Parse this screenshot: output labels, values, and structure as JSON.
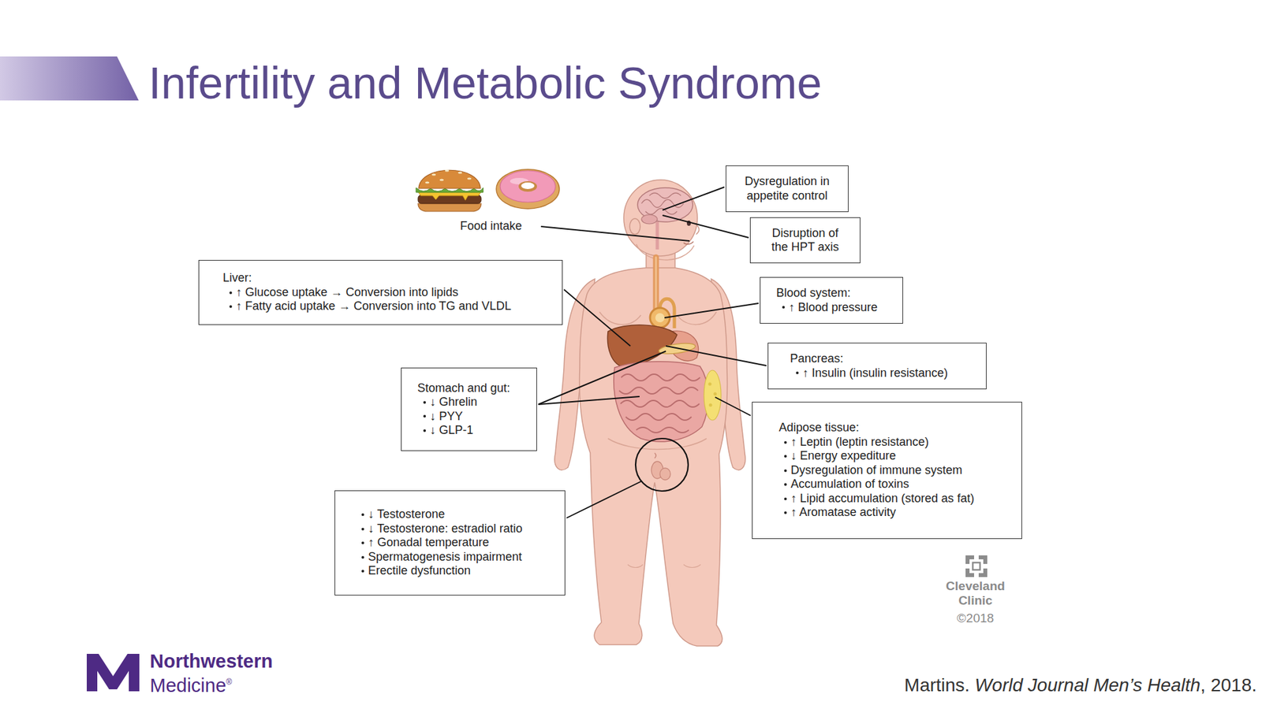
{
  "diagram": {
    "title": "Infertility and Metabolic Syndrome",
    "nodes": [
      {
        "text": [
          "Dysregulation in appetite control"
        ]
      },
      {
        "text": [
          "Disruption of the HPT axis"
        ]
      },
      {
        "text": [
          "Liver:",
          "↑ Glucose uptake → Conversion into lipids",
          "↑ Fatty acid uptake → Conversion into TG and VLDL"
        ]
      },
      {
        "text": [
          "Blood system:",
          "↑ Blood pressure"
        ]
      },
      {
        "text": [
          "Pancreas:",
          "↑ Insulin (insulin resistance)"
        ]
      },
      {
        "text": [
          "Stomach and gut:",
          "↓ Ghrelin",
          "↓ PYY",
          "↓ GLP-1"
        ]
      },
      {
        "text": [
          "Adipose tissue:",
          "↑ Leptin (leptin resistance)",
          "↓ Energy expediture",
          "Dysregulation of immune system",
          "Accumulation of toxins",
          "↑ Lipid accumulation (stored as fat)",
          "↑ Aromatase activity"
        ]
      },
      {
        "text": [
          "↓ Testosterone",
          "↓ Testosterone: estradiol ratio",
          "↑ Gonadal temperature",
          "Spermatogenesis impairment",
          "Erectile dysfunction"
        ]
      }
    ],
    "labels": [
      "Food intake",
      "Cleveland Clinic",
      "©2018",
      "Northwestern",
      "Medicine",
      "®",
      "Martins.",
      "World Journal Men’s Health",
      ", 2018."
    ]
  }
}
